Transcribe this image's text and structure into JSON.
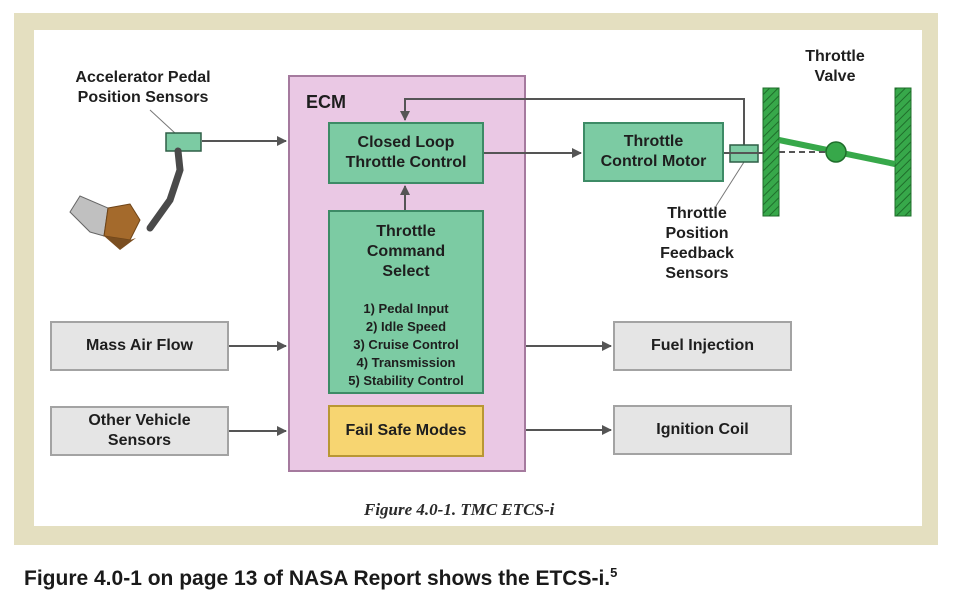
{
  "diagram": {
    "ecm_label": "ECM",
    "closed_loop": "Closed Loop\nThrottle Control",
    "command_select": {
      "title": "Throttle\nCommand\nSelect",
      "items": "1) Pedal Input\n2) Idle Speed\n3) Cruise Control\n4) Transmission\n5) Stability Control"
    },
    "fail_safe": "Fail Safe Modes",
    "throttle_motor": "Throttle\nControl Motor",
    "accelerator_label": "Accelerator Pedal\nPosition Sensors",
    "throttle_valve_label": "Throttle\nValve",
    "feedback_label": "Throttle\nPosition\nFeedback\nSensors",
    "mass_air_flow": "Mass Air Flow",
    "other_sensors": "Other Vehicle\nSensors",
    "fuel_injection": "Fuel Injection",
    "ignition_coil": "Ignition Coil",
    "figure_caption": "Figure 4.0-1. TMC ETCS-i"
  },
  "caption": {
    "text": "Figure 4.0-1 on page 13 of NASA Report shows the ETCS-i.",
    "footnote": "5"
  },
  "colors": {
    "frame": "#e4dfc0",
    "ecm": "#eac8e4",
    "green_box": "#7ccba3",
    "fail_safe": "#f7d571",
    "gray_box": "#e5e5e5",
    "valve": "#37a84a"
  }
}
